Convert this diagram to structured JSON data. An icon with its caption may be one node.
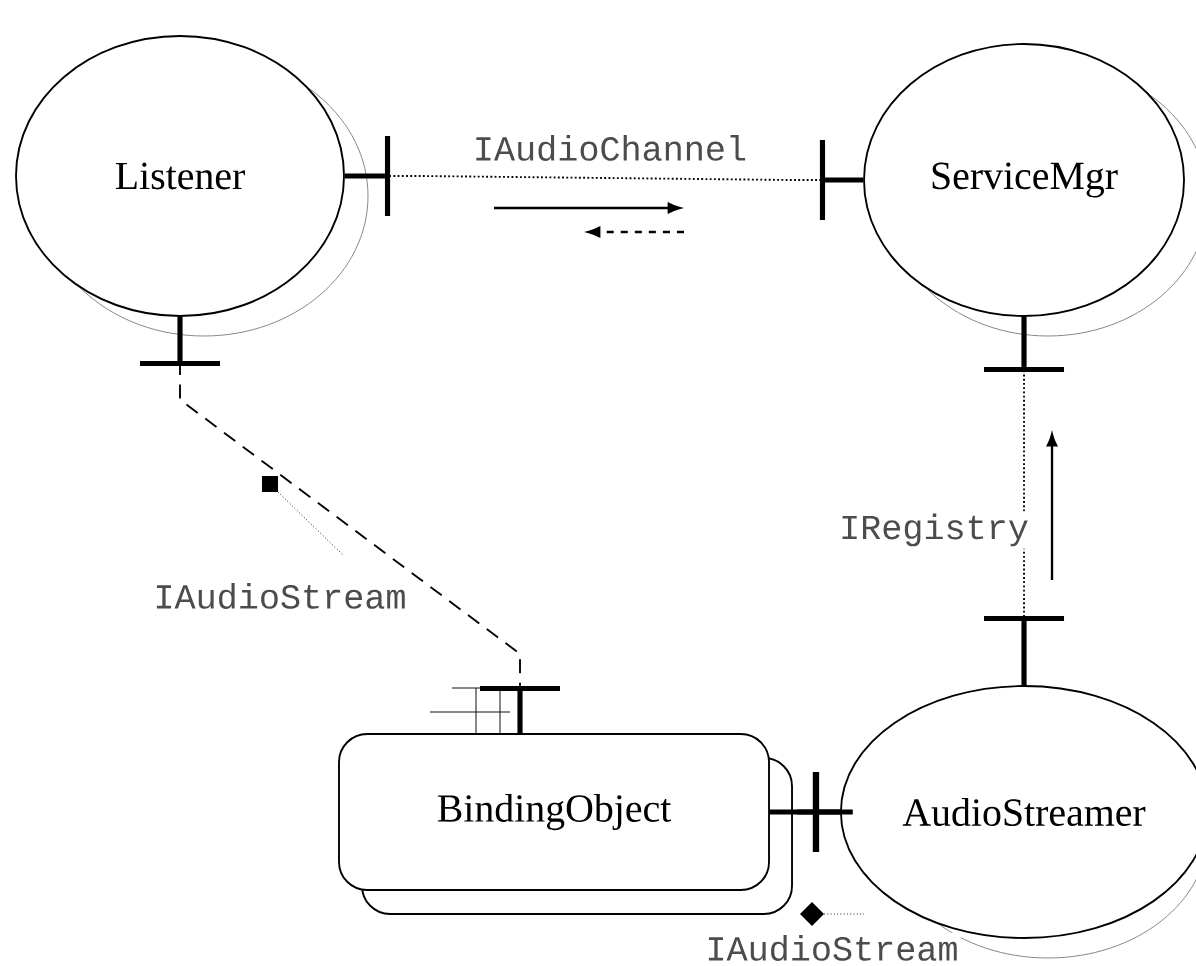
{
  "diagram": {
    "nodes": [
      {
        "text": [
          "Listener"
        ]
      },
      {
        "text": [
          "ServiceMgr"
        ]
      },
      {
        "text": [
          "BindingObject"
        ]
      },
      {
        "text": [
          "AudioStreamer"
        ]
      }
    ],
    "edges": [
      {
        "from": 0,
        "to": 1,
        "arrow": "other",
        "label": "IAudioChannel",
        "style": "dashed"
      },
      {
        "from": 0,
        "to": 2,
        "arrow": "other",
        "label": "IAudioStream",
        "style": "dashed"
      },
      {
        "from": 3,
        "to": 1,
        "arrow": "other",
        "label": "IRegistry",
        "style": "dashed"
      },
      {
        "from": 2,
        "to": 3,
        "arrow": "other",
        "label": "IAudioStream",
        "style": "thick"
      }
    ]
  }
}
